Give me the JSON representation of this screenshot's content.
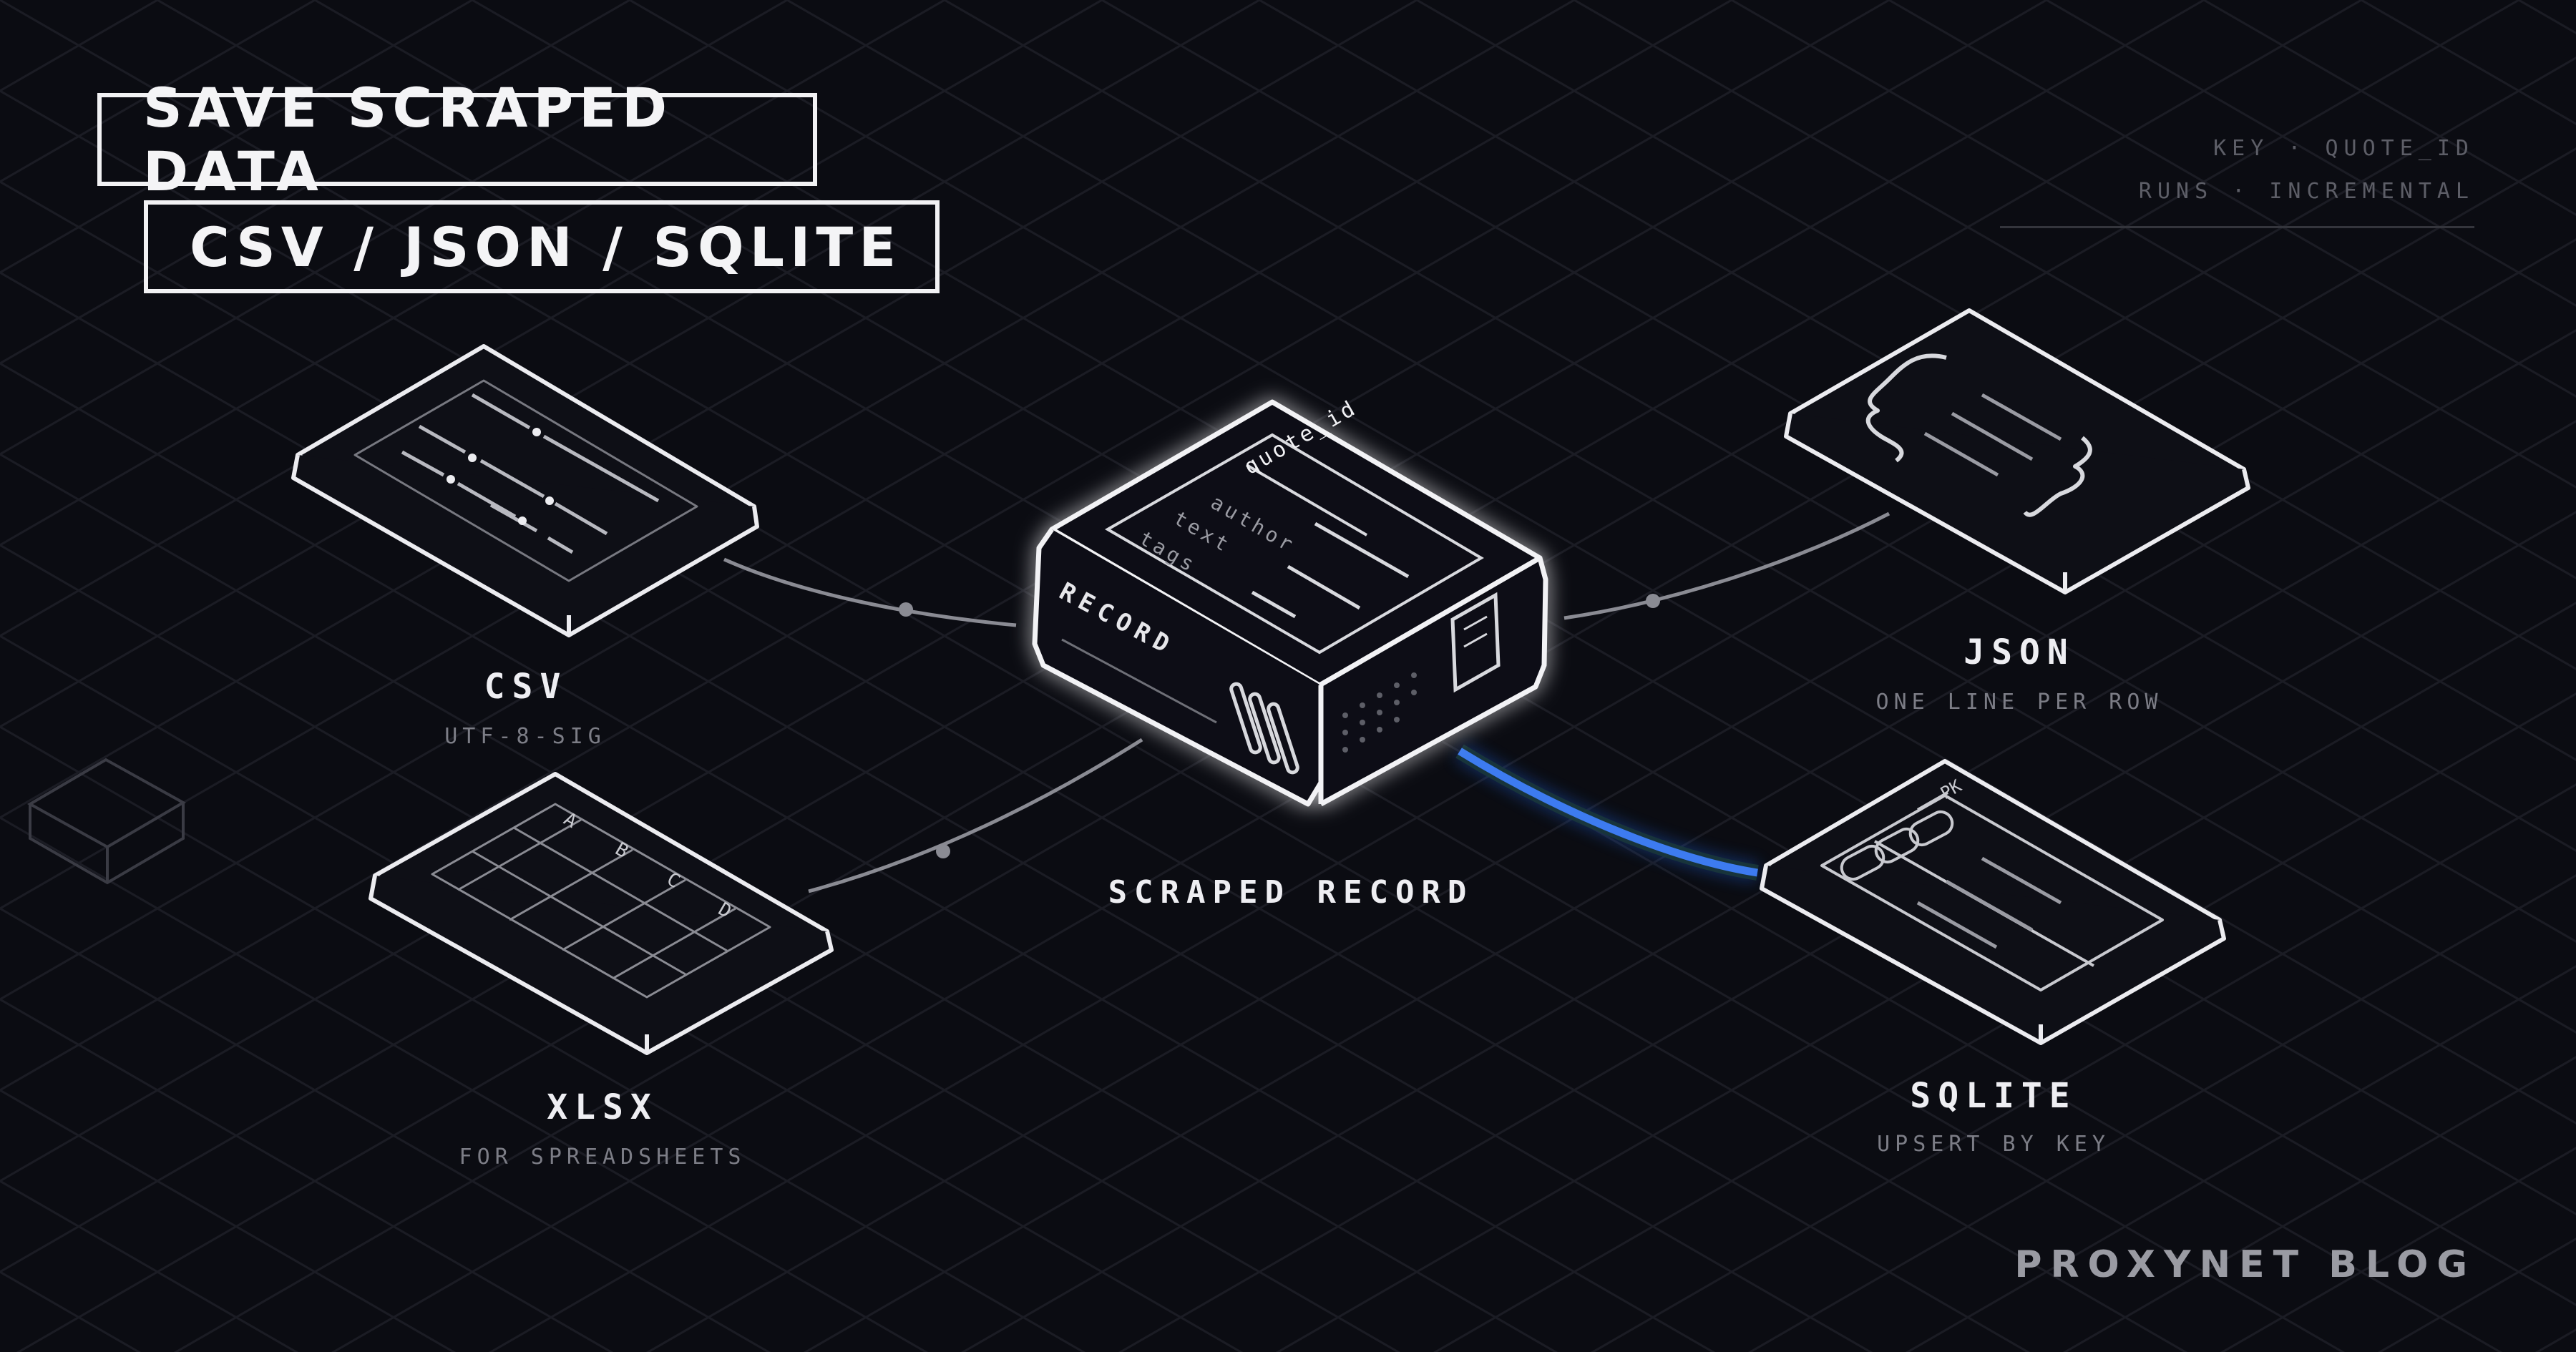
{
  "header": {
    "title": "SAVE SCRAPED DATA",
    "subtitle": "CSV / JSON / SQLITE"
  },
  "meta": {
    "key_line": "KEY · QUOTE_ID",
    "runs_line": "RUNS · INCREMENTAL"
  },
  "center_node": {
    "label": "SCRAPED RECORD",
    "side_text": "RECORD",
    "fields": [
      "quote_id",
      "author",
      "text",
      "tags"
    ]
  },
  "outputs": {
    "csv": {
      "label": "CSV",
      "sub": "UTF-8-SIG"
    },
    "json": {
      "label": "JSON",
      "sub": "ONE LINE PER ROW"
    },
    "xlsx": {
      "label": "XLSX",
      "sub": "FOR SPREADSHEETS",
      "columns": [
        "A",
        "B",
        "C",
        "D"
      ]
    },
    "sqlite": {
      "label": "SQLITE",
      "sub": "UPSERT BY KEY",
      "pk_label": "PK"
    }
  },
  "brand": "PROXYNET BLOG",
  "colors": {
    "background": "#0b0c12",
    "stroke": "#ececf0",
    "highlight": "#3d7bf0",
    "muted": "#7c7d86"
  }
}
